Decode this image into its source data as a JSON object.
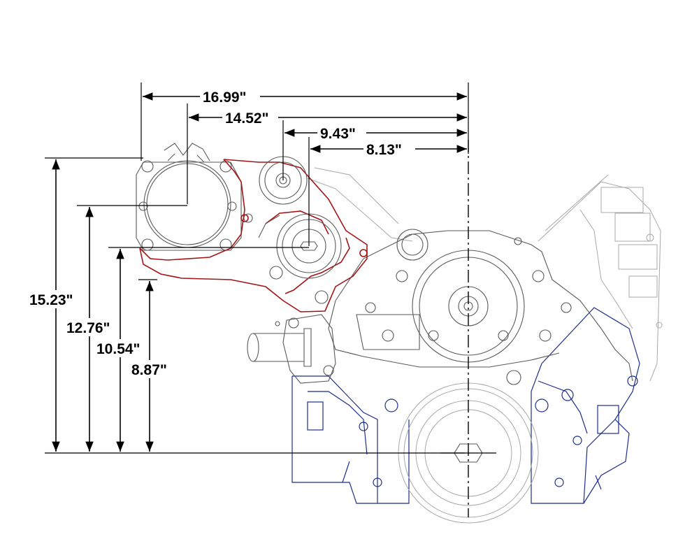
{
  "dimensions": {
    "horizontal": {
      "overall": "16.99\"",
      "second": "14.52\"",
      "third": "9.43\"",
      "fourth": "8.13\""
    },
    "vertical": {
      "overall": "15.23\"",
      "second": "12.76\"",
      "third": "10.54\"",
      "fourth": "8.87\""
    }
  },
  "colors": {
    "bracket": "#a31515",
    "engine_block": "#1c2f8a",
    "engine_outline": "#5a5a5a",
    "dimension_lines": "#000000"
  }
}
